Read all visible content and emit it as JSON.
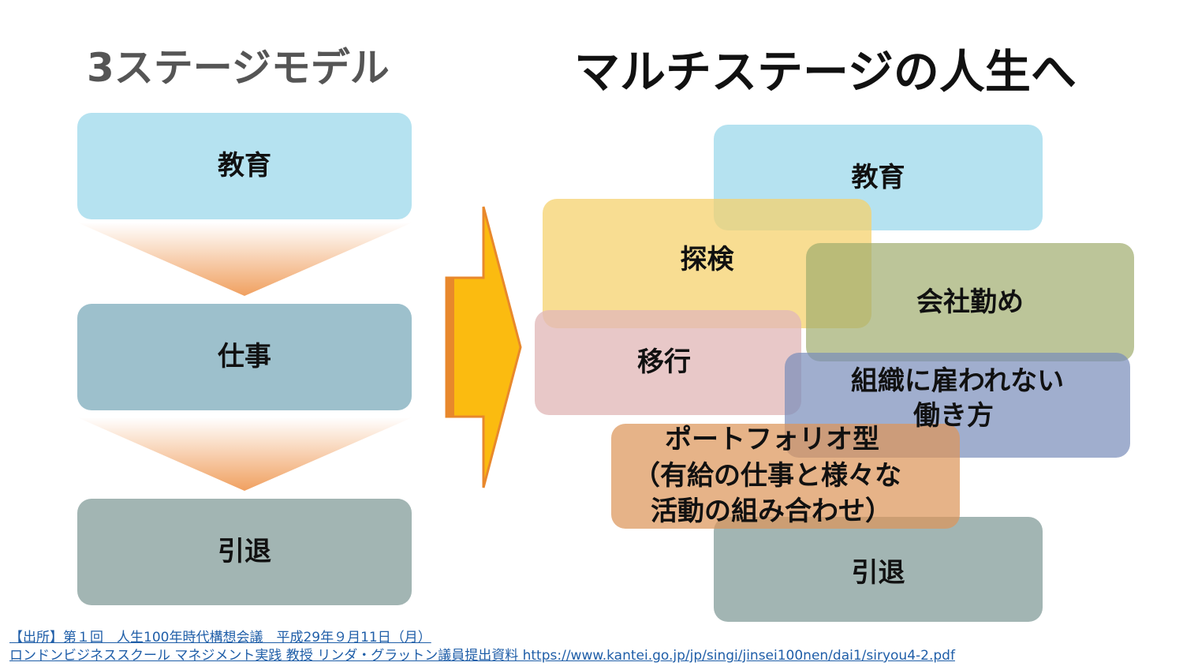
{
  "left": {
    "title": "3ステージモデル",
    "stages": [
      "教育",
      "仕事",
      "引退"
    ]
  },
  "right": {
    "title": "マルチステージの人生へ",
    "boxes": {
      "education": "教育",
      "exploration": "探検",
      "company": "会社勤め",
      "transition": "移行",
      "independent": "組織に雇われない働き方",
      "portfolio": "ポートフォリオ型（有給の仕事と様々な活動の組み合わせ）",
      "retirement": "引退"
    },
    "independent_lines": [
      "組織に雇われない",
      "働き方"
    ],
    "portfolio_lines": [
      "ポートフォリオ型",
      "（有給の仕事と様々な",
      "活動の組み合わせ）"
    ]
  },
  "source": {
    "line1": "【出所】第１回　人生100年時代構想会議　平成29年９月11日（月）",
    "line2": "ロンドンビジネススクール マネジメント実践 教授 リンダ・グラットン議員提出資料 https://www.kantei.go.jp/jp/singi/jinsei100nen/dai1/siryou4-2.pdf"
  },
  "colors": {
    "education": "#b5e2f0",
    "work": "#9dc0cc",
    "retire": "#a2b5b3",
    "arrow": "#fbbb10",
    "arrow_border": "#e8882c"
  }
}
